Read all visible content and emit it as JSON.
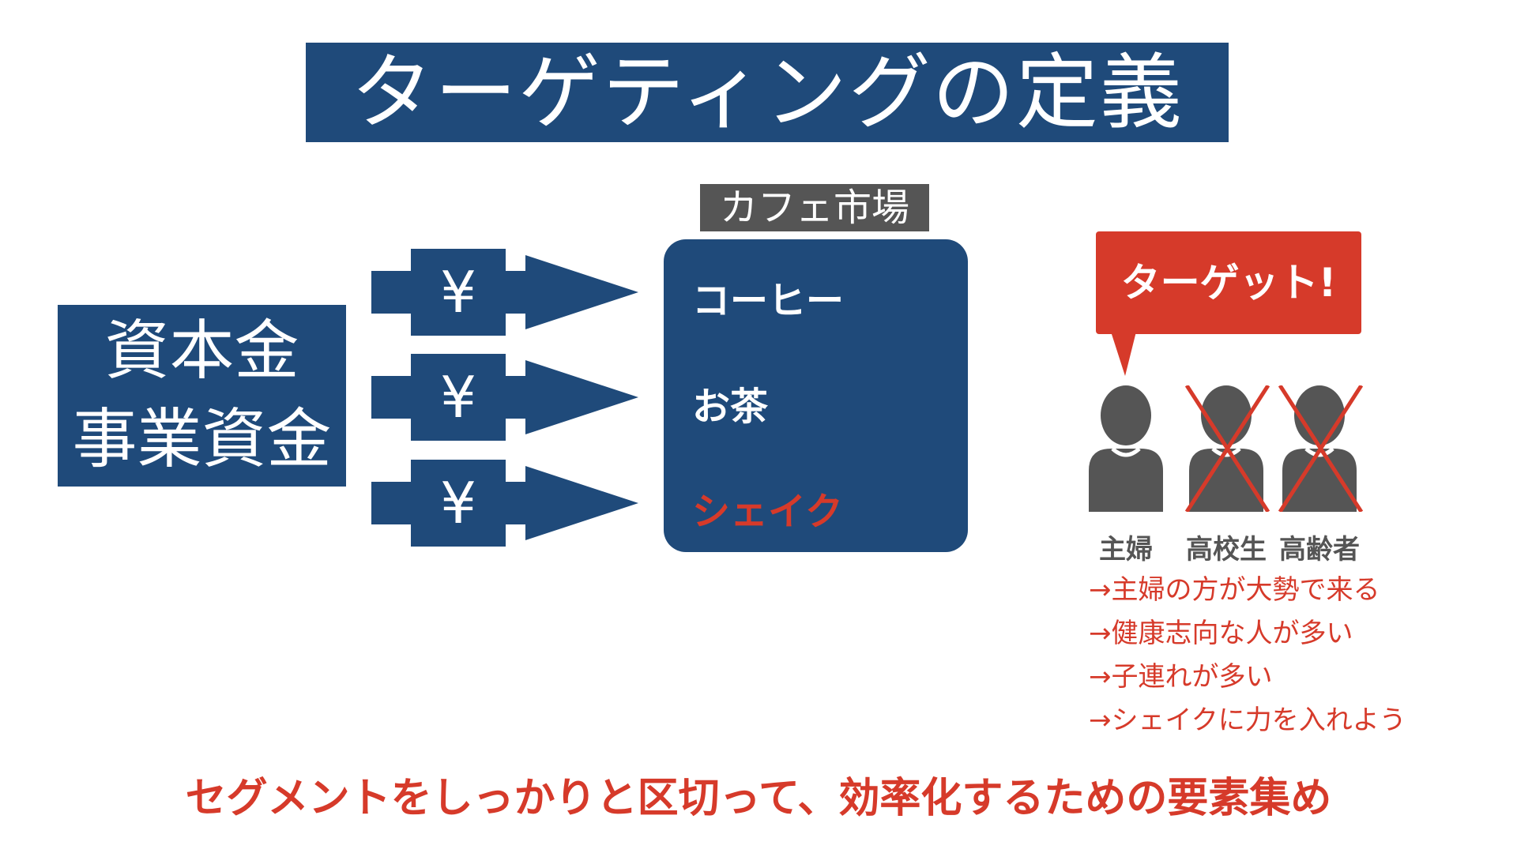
{
  "title": "ターゲティングの定義",
  "capital": {
    "lines": [
      "資本金",
      "事業資金"
    ]
  },
  "arrows": [
    {
      "symbol": "¥"
    },
    {
      "symbol": "¥"
    },
    {
      "symbol": "¥"
    }
  ],
  "market": {
    "label": "カフェ市場",
    "items": [
      "コーヒー",
      "お茶",
      "シェイク"
    ],
    "highlighted_item": "シェイク"
  },
  "target": {
    "bubble": "ターゲット!",
    "segments": [
      {
        "label": "主婦",
        "excluded": false
      },
      {
        "label": "高校生",
        "excluded": true
      },
      {
        "label": "高齢者",
        "excluded": true
      }
    ],
    "reasons": [
      "→主婦の方が大勢で来る",
      "→健康志向な人が多い",
      "→子連れが多い",
      "→シェイクに力を入れよう"
    ]
  },
  "summary": "セグメントをしっかりと区切って、効率化するための要素集め",
  "colors": {
    "primary": "#1f4a7a",
    "accent": "#d63a2a",
    "gray": "#555555"
  },
  "icons": [
    "yen-arrow-icon",
    "person-icon",
    "cross-icon"
  ]
}
